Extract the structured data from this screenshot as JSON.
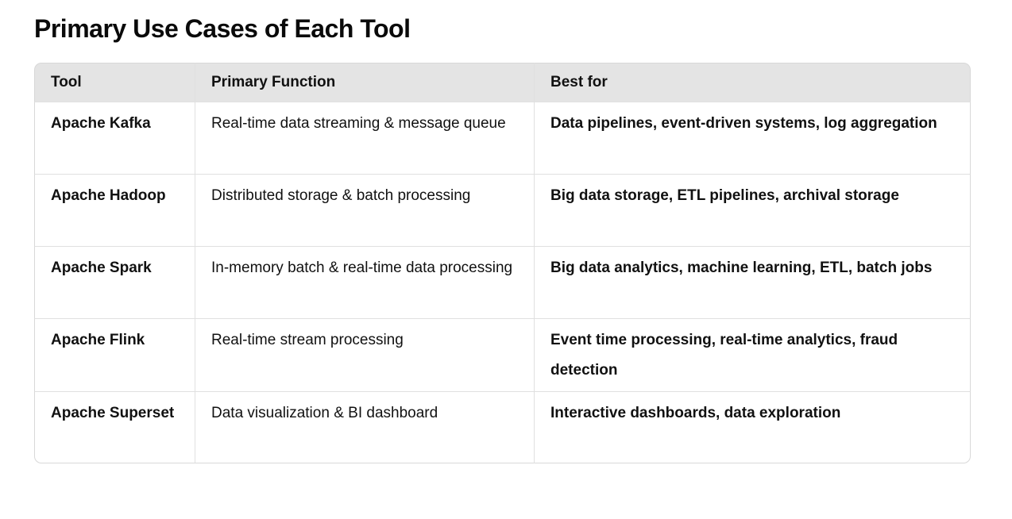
{
  "page": {
    "title": "Primary Use Cases of Each Tool"
  },
  "theme": {
    "header_bg": "#e4e4e4",
    "border": "#d8d8d8",
    "divider": "#e0e0e0",
    "text": "#111111",
    "page_bg": "#ffffff"
  },
  "table": {
    "columns": [
      {
        "label": "Tool"
      },
      {
        "label": "Primary Function"
      },
      {
        "label": "Best for"
      }
    ],
    "rows": [
      {
        "tool": "Apache Kafka",
        "function": "Real-time data streaming & message queue",
        "best_for": "Data pipelines, event-driven systems, log aggregation"
      },
      {
        "tool": "Apache Hadoop",
        "function": "Distributed storage & batch processing",
        "best_for": "Big data storage, ETL pipelines, archival storage"
      },
      {
        "tool": "Apache Spark",
        "function": "In-memory batch & real-time data processing",
        "best_for": "Big data analytics, machine learning, ETL, batch jobs"
      },
      {
        "tool": "Apache Flink",
        "function": "Real-time stream processing",
        "best_for": "Event time processing, real-time analytics, fraud detection"
      },
      {
        "tool": "Apache Superset",
        "function": "Data visualization & BI dashboard",
        "best_for": "Interactive dashboards, data exploration"
      }
    ]
  }
}
